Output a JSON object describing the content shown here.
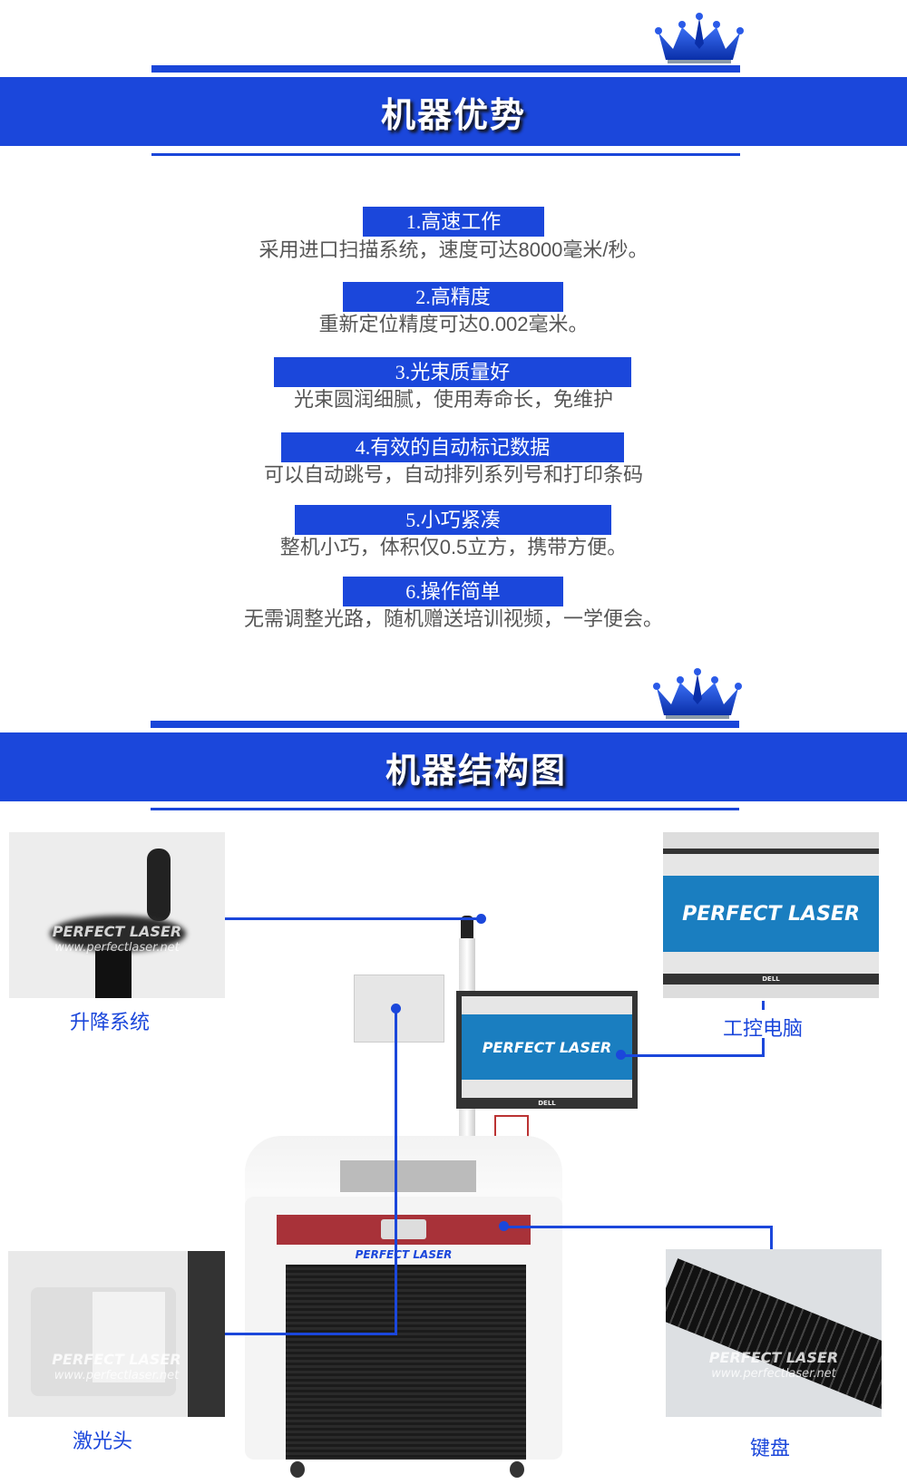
{
  "section1": {
    "title": "机器优势"
  },
  "features": [
    {
      "label": "1.高速工作",
      "desc": "采用进口扫描系统，速度可达8000毫米/秒。"
    },
    {
      "label": "2.高精度",
      "desc": "重新定位精度可达0.002毫米。"
    },
    {
      "label": "3.光束质量好",
      "desc": "光束圆润细腻，使用寿命长，免维护"
    },
    {
      "label": "4.有效的自动标记数据",
      "desc": "可以自动跳号，自动排列系列号和打印条码"
    },
    {
      "label": "5.小巧紧凑",
      "desc": "整机小巧，体积仅0.5立方，携带方便。"
    },
    {
      "label": "6.操作简单",
      "desc": "无需调整光路，随机赠送培训视频，一学便会。"
    }
  ],
  "section2": {
    "title": "机器结构图"
  },
  "parts": {
    "lift": "升降系统",
    "computer": "工控电脑",
    "laser_head": "激光头",
    "keyboard": "键盘"
  },
  "brand": {
    "name": "PERFECT LASER",
    "url": "www.perfectlaser.net",
    "monitor_brand": "DELL"
  },
  "colors": {
    "accent": "#1b47db"
  }
}
